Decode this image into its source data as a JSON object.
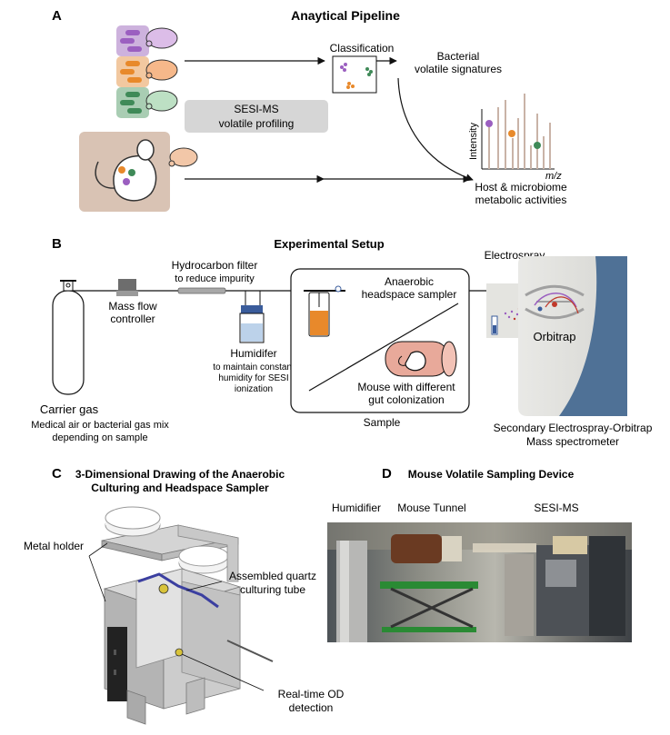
{
  "panel_a": {
    "letter": "A",
    "title": "Anaytical Pipeline",
    "classification": "Classification",
    "signatures_line1": "Bacterial",
    "signatures_line2": "volatile signatures",
    "sesi_line1": "SESI-MS",
    "sesi_line2": "volatile profiling",
    "y_axis": "Intensity",
    "x_axis": "m/z",
    "host_line1": "Host & microbiome",
    "host_line2": "metabolic activities"
  },
  "panel_b": {
    "letter": "B",
    "title": "Experimental Setup",
    "mass_flow_line1": "Mass flow",
    "mass_flow_line2": "controller",
    "hc_filter_line1": "Hydrocarbon filter",
    "hc_filter_line2": "to reduce impurity",
    "humidifier": "Humidifer",
    "humidifier_line1": "to maintain constant",
    "humidifier_line2": "humidity for SESI",
    "humidifier_line3": "ionization",
    "carrier": "Carrier gas",
    "carrier_line1": "Medical air or bacterial gas mix",
    "carrier_line2": "depending on sample",
    "anaerobic_line1": "Anaerobic",
    "anaerobic_line2": "headspace sampler",
    "mouse_line1": "Mouse with different",
    "mouse_line2": "gut colonization",
    "sample": "Sample",
    "electrospray": "Electrospray",
    "orbitrap": "Orbitrap",
    "ms_line1": "Secondary Electrospray-Orbitrap",
    "ms_line2": "Mass spectrometer"
  },
  "panel_c": {
    "letter": "C",
    "title_line1": "3-Dimensional Drawing of the Anaerobic",
    "title_line2": "Culturing  and Headspace Sampler",
    "metal_holder": "Metal holder",
    "quartz_line1": "Assembled quartz",
    "quartz_line2": "culturing tube",
    "od_line1": "Real-time OD",
    "od_line2": "detection"
  },
  "panel_d": {
    "letter": "D",
    "title": "Mouse Volatile Sampling Device",
    "humidifier": "Humidifier",
    "mouse_tunnel": "Mouse Tunnel",
    "sesi_ms": "SESI-MS"
  },
  "colors": {
    "purple": "#9b5fc0",
    "orange": "#e8892b",
    "green": "#3f8a58",
    "mouse_bg": "#d9c3b4",
    "ms_blue": "#4f7196"
  }
}
